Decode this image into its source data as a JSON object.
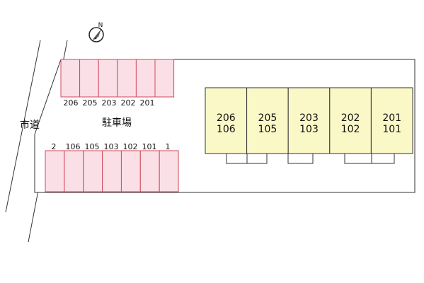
{
  "compass": {
    "letter": "N",
    "icon": "north-arrow-icon"
  },
  "road": {
    "label": "市道"
  },
  "parking": {
    "label": "駐車場",
    "top_row": [
      "206",
      "205",
      "203",
      "202",
      "201"
    ],
    "bottom_row": [
      "2",
      "106",
      "105",
      "103",
      "102",
      "101",
      "1"
    ]
  },
  "building": {
    "units": [
      {
        "upper": "206",
        "lower": "106"
      },
      {
        "upper": "205",
        "lower": "105"
      },
      {
        "upper": "203",
        "lower": "103"
      },
      {
        "upper": "202",
        "lower": "102"
      },
      {
        "upper": "201",
        "lower": "101"
      }
    ]
  },
  "colors": {
    "parking_fill": "#fbdfe6",
    "parking_stroke": "#d04a5a",
    "unit_fill": "#fbf8c8",
    "outline": "#333333"
  }
}
